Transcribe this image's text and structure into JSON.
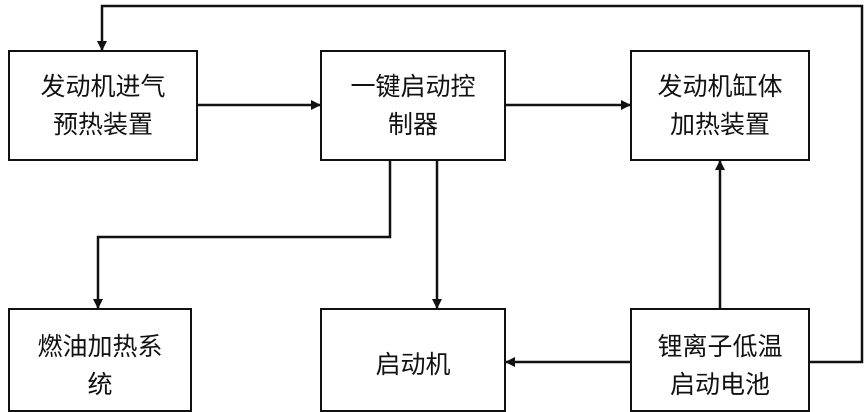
{
  "nodes": {
    "intake_preheat": {
      "lines": [
        "发动机进气",
        "预热装置"
      ]
    },
    "controller": {
      "lines": [
        "一键启动控",
        "制器"
      ]
    },
    "cylinder_heat": {
      "lines": [
        "发动机缸体",
        "加热装置"
      ]
    },
    "fuel_heat": {
      "lines": [
        "燃油加热系",
        "统"
      ]
    },
    "starter": {
      "lines": [
        "启动机"
      ]
    },
    "battery": {
      "lines": [
        "锂离子低温",
        "启动电池"
      ]
    }
  }
}
